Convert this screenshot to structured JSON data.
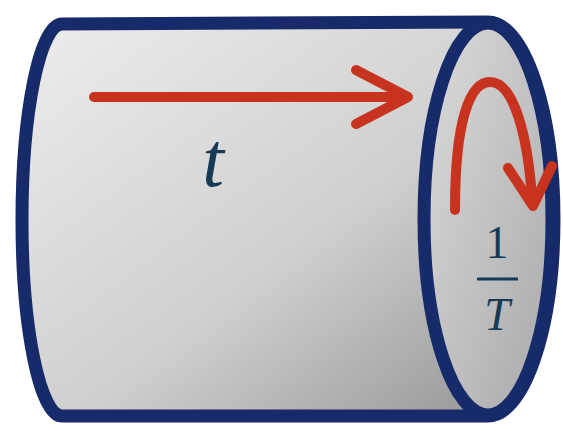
{
  "diagram": {
    "labels": [
      "t",
      "1",
      "T"
    ]
  }
}
